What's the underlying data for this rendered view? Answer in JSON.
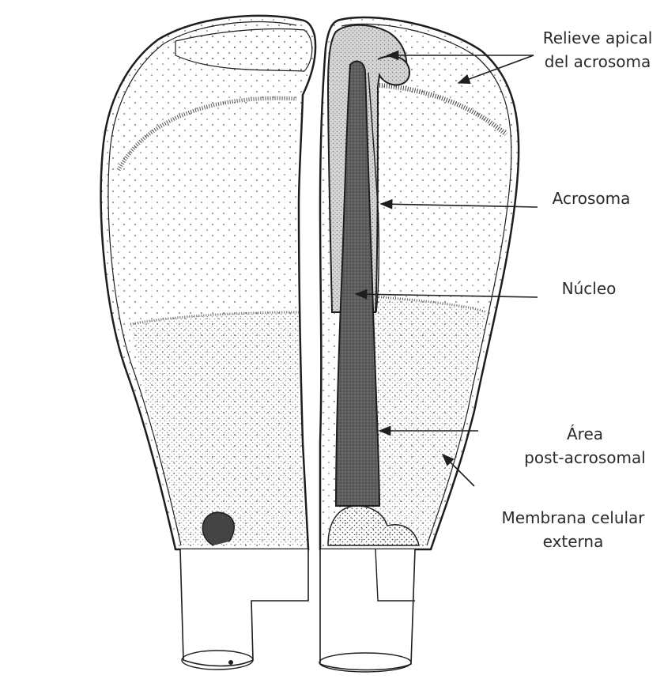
{
  "colors": {
    "ink": "#1e1e1e",
    "paper": "#ffffff",
    "stipple": "#444444",
    "acrosome_fill": "#d6d6d6",
    "nucleus_fill": "#5d5d5d"
  },
  "labels": {
    "apical_line1": "Relieve apical",
    "apical_line2": "del acrosoma",
    "acrosome": "Acrosoma",
    "nucleus": "Núcleo",
    "postacrosomal_line1": "Área",
    "postacrosomal_line2": "post-acrosomal",
    "membrane_line1": "Membrana celular",
    "membrane_line2": "externa"
  }
}
